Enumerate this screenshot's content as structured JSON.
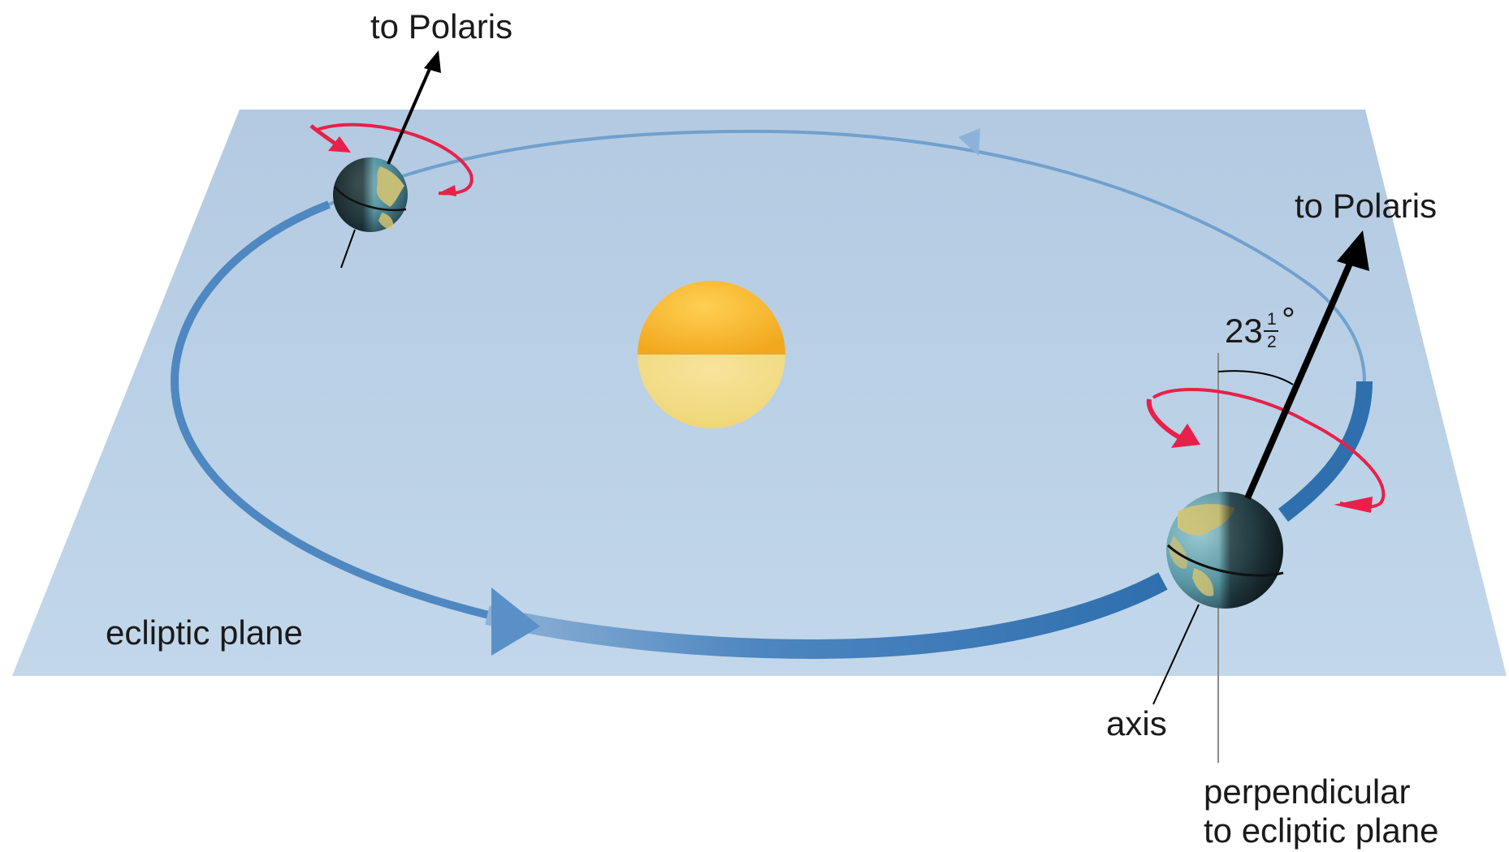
{
  "diagram": {
    "labels": {
      "polaris_top": "to Polaris",
      "polaris_right": "to Polaris",
      "angle_whole": "23",
      "angle_num": "1",
      "angle_den": "2",
      "angle_deg": "°",
      "ecliptic": "ecliptic plane",
      "axis": "axis",
      "perp_line1": "perpendicular",
      "perp_line2": "to ecliptic plane"
    },
    "colors": {
      "plane": "#b9cfe4",
      "orbit": "#3a78b5",
      "spin_arrow": "#e8204a",
      "sun_top": "#f6b62a",
      "sun_bottom": "#f3dd88",
      "axis_arrow": "#000000"
    }
  }
}
